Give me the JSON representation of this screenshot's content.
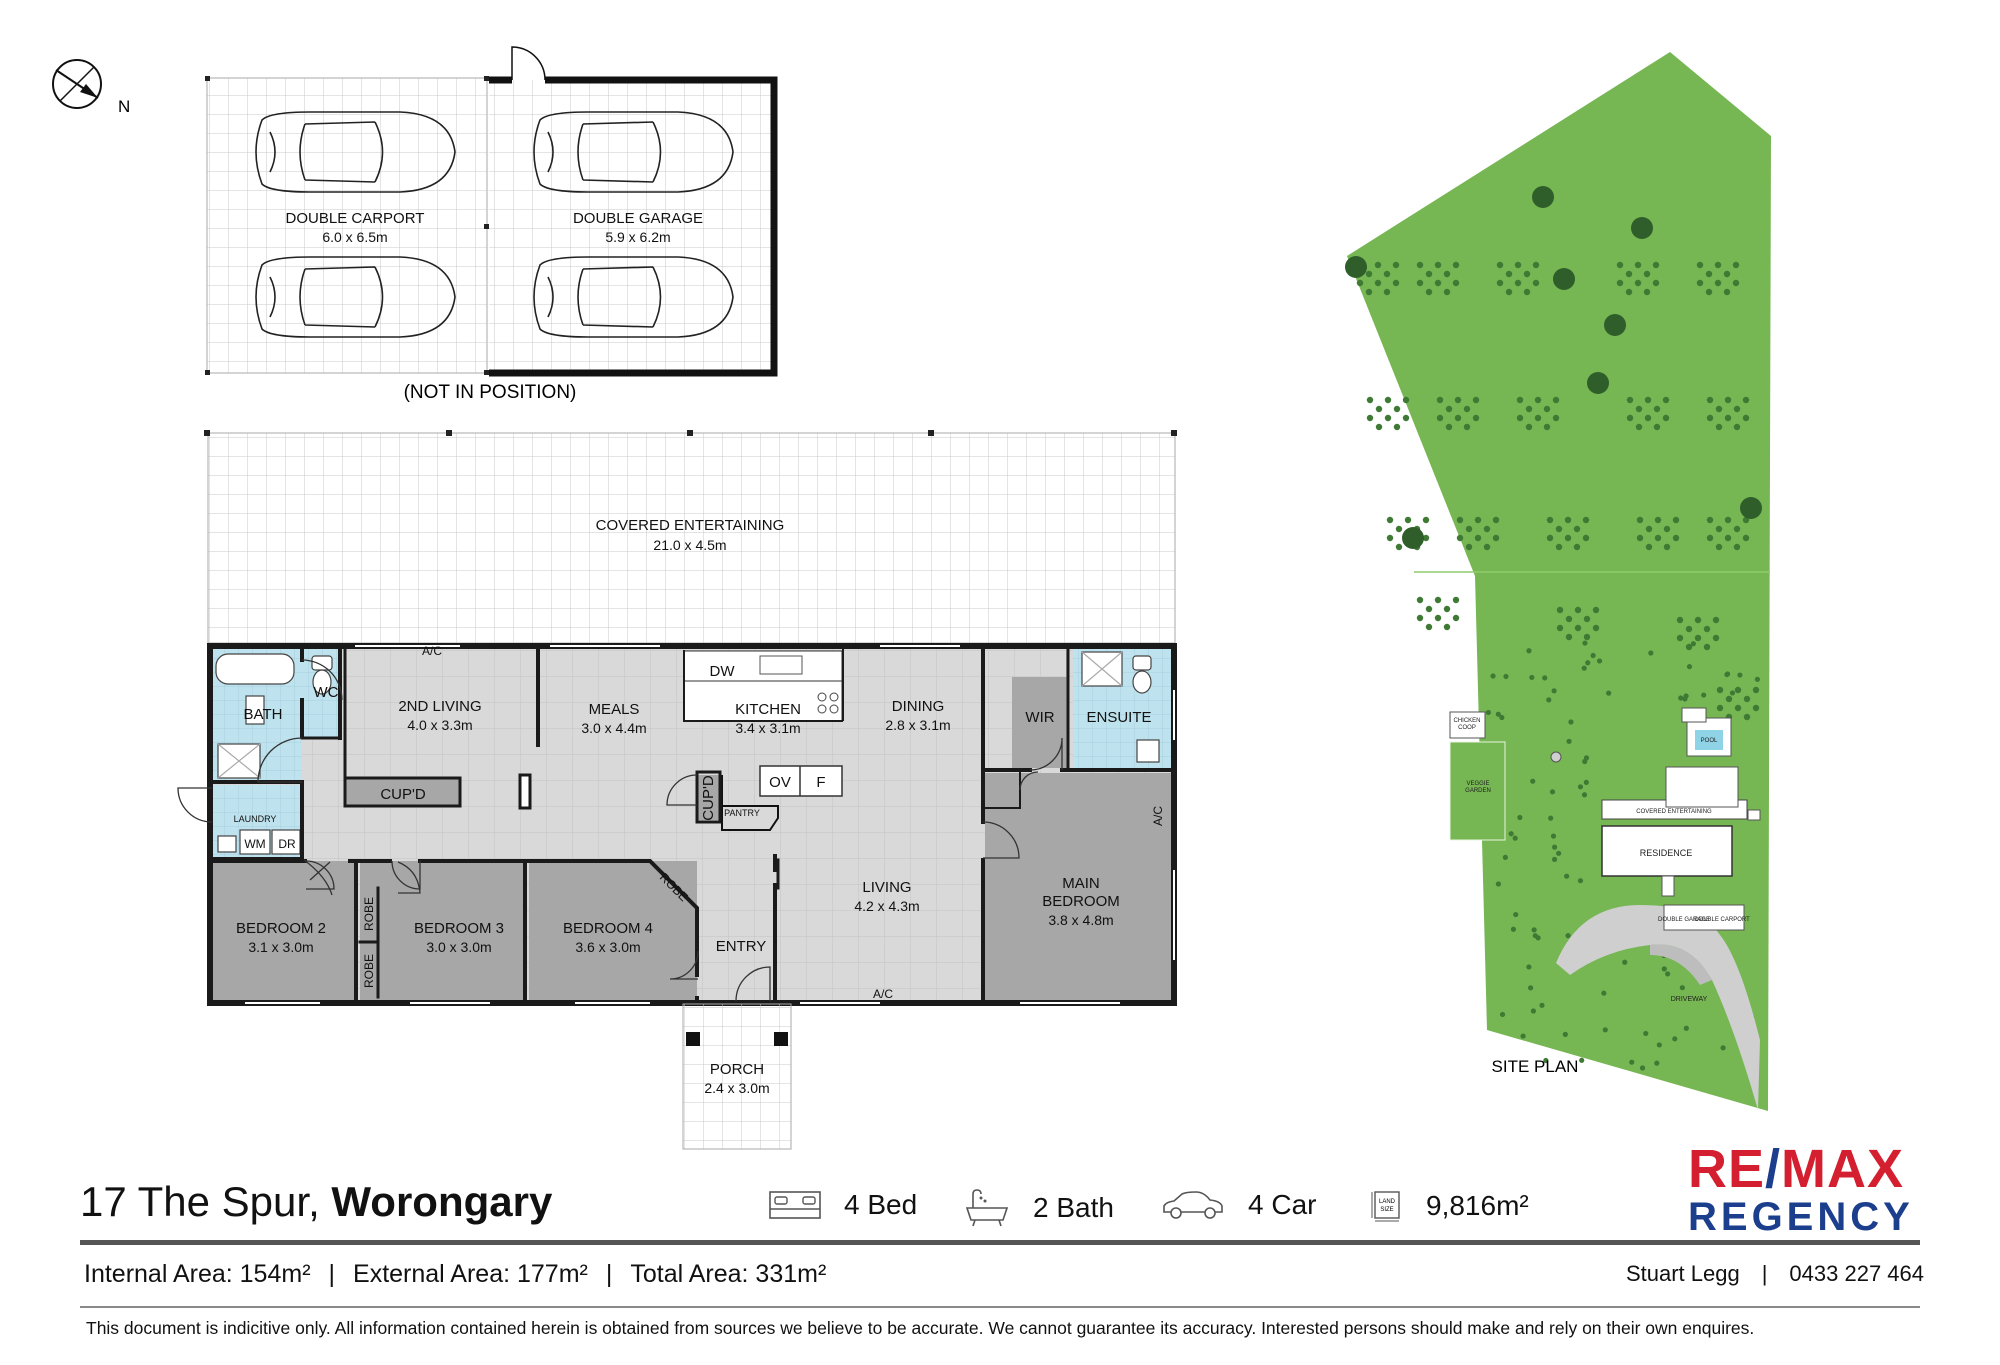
{
  "compass": {
    "label": "N"
  },
  "outbuildings": {
    "carport": {
      "name": "DOUBLE CARPORT",
      "dims": "6.0 x 6.5m"
    },
    "garage": {
      "name": "DOUBLE GARAGE",
      "dims": "5.9 x 6.2m"
    },
    "note": "(NOT IN POSITION)"
  },
  "rooms": {
    "covered_entertaining": {
      "name": "COVERED ENTERTAINING",
      "dims": "21.0 x 4.5m"
    },
    "bath": "BATH",
    "wc": "WC",
    "second_living": {
      "name": "2ND LIVING",
      "dims": "4.0 x 3.3m"
    },
    "meals": {
      "name": "MEALS",
      "dims": "3.0 x 4.4m"
    },
    "kitchen": {
      "name": "KITCHEN",
      "dims": "3.4 x 3.1m"
    },
    "dining": {
      "name": "DINING",
      "dims": "2.8 x 3.1m"
    },
    "wir": "WIR",
    "ensuite": "ENSUITE",
    "dw": "DW",
    "cupd": "CUP'D",
    "cupd_vertical": "CUP'D",
    "pantry": "PANTRY",
    "ov": "OV",
    "f": "F",
    "ac_top": "A/C",
    "ac_right": "A/C",
    "ac_bottom": "A/C",
    "laundry": "LAUNDRY",
    "wm": "WM",
    "dr": "DR",
    "living": {
      "name": "LIVING",
      "dims": "4.2 x 4.3m"
    },
    "main_bedroom": {
      "name_line1": "MAIN",
      "name_line2": "BEDROOM",
      "dims": "3.8 x 4.8m"
    },
    "bedroom2": {
      "name": "BEDROOM 2",
      "dims": "3.1 x 3.0m"
    },
    "bedroom3": {
      "name": "BEDROOM 3",
      "dims": "3.0 x 3.0m"
    },
    "bedroom4": {
      "name": "BEDROOM 4",
      "dims": "3.6 x 3.0m"
    },
    "robe_upper": "ROBE",
    "robe_lower": "ROBE",
    "robe_b4": "ROBE",
    "entry": "ENTRY",
    "porch": {
      "name": "PORCH",
      "dims": "2.4 x 3.0m"
    }
  },
  "site_plan": {
    "title": "SITE PLAN",
    "residence": "RESIDENCE",
    "covered_entertaining": "COVERED ENTERTAINING",
    "chicken_coop_1": "CHICKEN",
    "chicken_coop_2": "COOP",
    "veggie_garden_1": "VEGGIE",
    "veggie_garden_2": "GARDEN",
    "pool": "POOL",
    "driveway": "DRIVEWAY",
    "double_garage": "DOUBLE GARAGE",
    "double_carport": "DOUBLE CARPORT"
  },
  "property": {
    "street": "17 The Spur,",
    "suburb": "Worongary",
    "beds": "4 Bed",
    "baths": "2 Bath",
    "cars": "4 Car",
    "land_icon_line1": "LAND",
    "land_icon_line2": "SIZE",
    "land_size": "9,816m²"
  },
  "areas": {
    "internal": "Internal Area: 154m²",
    "external": "External Area: 177m²",
    "total": "Total Area: 331m²"
  },
  "agent": {
    "name": "Stuart Legg",
    "phone": "0433 227 464"
  },
  "brand": {
    "line1_red_a": "RE",
    "line1_slash": "/",
    "line1_red_b": "MAX",
    "line2": "REGENCY",
    "red": "#d31f2f",
    "blue": "#1b3e8d"
  },
  "disclaimer": "This document is indicitive only. All information contained herein is obtained from sources we believe to be accurate. We cannot guarantee its accuracy. Interested persons should make and rely on their own enquires.",
  "colors": {
    "grass": "#76b653",
    "tree": "#3f7a35",
    "room_grey": "#a7a7a7",
    "floor_light": "#d9d9d9",
    "wet_blue": "#bfe3ee",
    "wall": "#1a1a1a"
  }
}
